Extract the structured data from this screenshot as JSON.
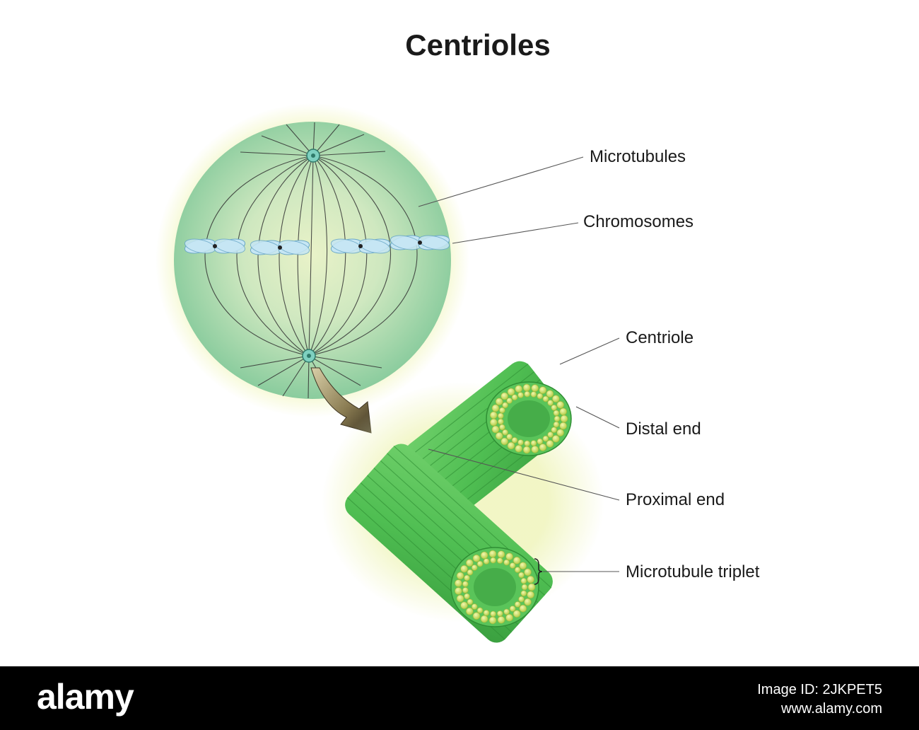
{
  "title": "Centrioles",
  "labels": {
    "microtubules": "Microtubules",
    "chromosomes": "Chromosomes",
    "centriole": "Centriole",
    "distal_end": "Distal end",
    "proximal_end": "Proximal end",
    "microtubule_triplet": "Microtubule triplet"
  },
  "footer": {
    "logo": "alamy",
    "image_id": "Image ID: 2JKPET5",
    "site": "www.alamy.com"
  },
  "colors": {
    "cell_fill": "#9fd6a8",
    "cell_glow": "#f3f7c6",
    "centriole_green": "#4fbe52",
    "triplet_dot": "#d8e86a",
    "chromosome_blue": "#bfe3f2",
    "leader_line": "#555555"
  }
}
